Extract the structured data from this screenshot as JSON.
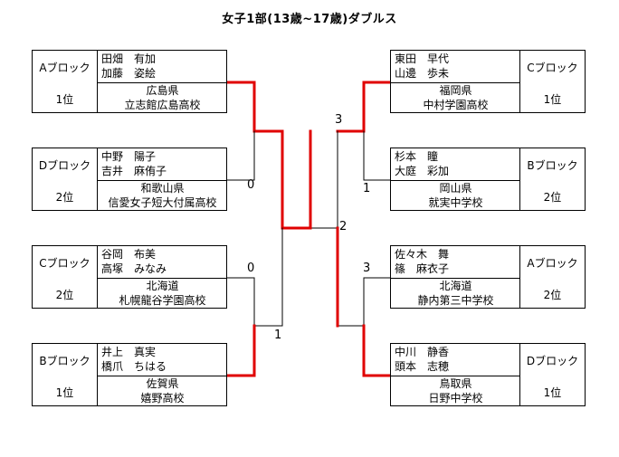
{
  "title": "女子1部(13歳~17歳)ダブルス",
  "entries": [
    {
      "block": "Aブロック",
      "rank": "1位",
      "name1": "田畑　有加",
      "name2": "加藤　姿絵",
      "pref": "広島県",
      "school": "立志館広島高校"
    },
    {
      "block": "Dブロック",
      "rank": "2位",
      "name1": "中野　陽子",
      "name2": "吉井　麻侑子",
      "pref": "和歌山県",
      "school": "信愛女子短大付属高校"
    },
    {
      "block": "Cブロック",
      "rank": "2位",
      "name1": "谷岡　布美",
      "name2": "高塚　みなみ",
      "pref": "北海道",
      "school": "札幌龍谷学園高校"
    },
    {
      "block": "Bブロック",
      "rank": "1位",
      "name1": "井上　真実",
      "name2": "橋爪　ちはる",
      "pref": "佐賀県",
      "school": "嬉野高校"
    },
    {
      "block": "Cブロック",
      "rank": "1位",
      "name1": "東田　早代",
      "name2": "山邊　歩未",
      "pref": "福岡県",
      "school": "中村学園高校"
    },
    {
      "block": "Bブロック",
      "rank": "2位",
      "name1": "杉本　瞳",
      "name2": "大庭　彩加",
      "pref": "岡山県",
      "school": "就実中学校"
    },
    {
      "block": "Aブロック",
      "rank": "2位",
      "name1": "佐々木　舞",
      "name2": "篠　麻衣子",
      "pref": "北海道",
      "school": "静内第三中学校"
    },
    {
      "block": "Dブロック",
      "rank": "1位",
      "name1": "中川　静香",
      "name2": "頭本　志穂",
      "pref": "鳥取県",
      "school": "日野中学校"
    }
  ],
  "scores": {
    "left_top_sf": "0",
    "left_bottom_sf_upper": "0",
    "left_bottom_sf_lower": "1",
    "right_top_sf_upper": "3",
    "right_top_sf_lower": "1",
    "right_bottom_sf_upper": "3",
    "final": "2"
  },
  "colors": {
    "winner_line": "#e00000",
    "line": "#000000"
  }
}
